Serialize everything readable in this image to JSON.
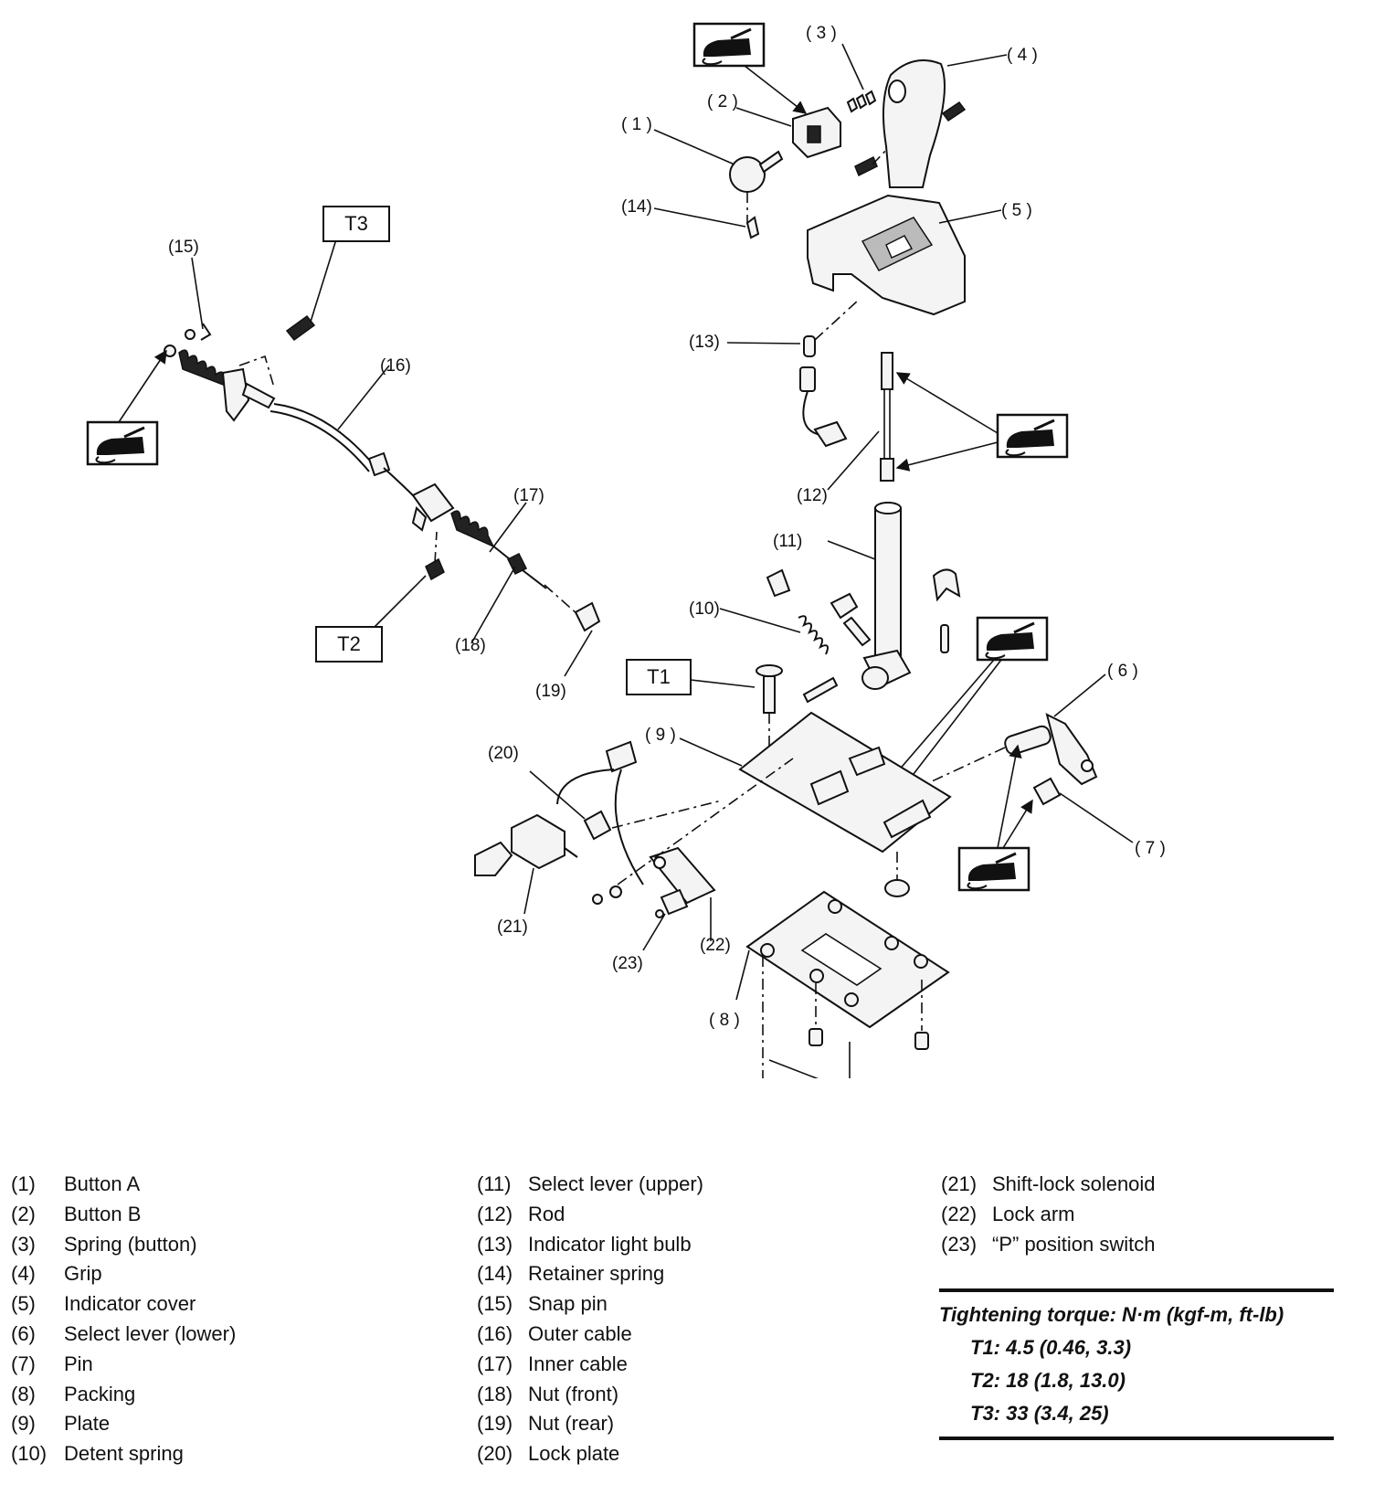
{
  "callouts": {
    "c1": "( 1 )",
    "c2": "( 2 )",
    "c3": "( 3 )",
    "c4": "( 4 )",
    "c5": "( 5 )",
    "c6": "( 6 )",
    "c7": "( 7 )",
    "c8": "( 8 )",
    "c9": "( 9 )",
    "c10": "(10)",
    "c11": "(11)",
    "c12": "(12)",
    "c13": "(13)",
    "c14": "(14)",
    "c15": "(15)",
    "c16": "(16)",
    "c17": "(17)",
    "c18": "(18)",
    "c19": "(19)",
    "c20": "(20)",
    "c21": "(21)",
    "c22": "(22)",
    "c23": "(23)"
  },
  "torque_boxes": {
    "t1": "T1",
    "t2": "T2",
    "t3": "T3"
  },
  "icons": {
    "grease": "grease-gun-icon"
  },
  "legend": {
    "col1": [
      {
        "num": "(1)",
        "label": "Button A"
      },
      {
        "num": "(2)",
        "label": "Button B"
      },
      {
        "num": "(3)",
        "label": "Spring (button)"
      },
      {
        "num": "(4)",
        "label": "Grip"
      },
      {
        "num": "(5)",
        "label": "Indicator cover"
      },
      {
        "num": "(6)",
        "label": "Select lever (lower)"
      },
      {
        "num": "(7)",
        "label": "Pin"
      },
      {
        "num": "(8)",
        "label": "Packing"
      },
      {
        "num": "(9)",
        "label": "Plate"
      },
      {
        "num": "(10)",
        "label": "Detent spring"
      }
    ],
    "col2": [
      {
        "num": "(11)",
        "label": "Select lever (upper)"
      },
      {
        "num": "(12)",
        "label": "Rod"
      },
      {
        "num": "(13)",
        "label": "Indicator light bulb"
      },
      {
        "num": "(14)",
        "label": "Retainer spring"
      },
      {
        "num": "(15)",
        "label": "Snap pin"
      },
      {
        "num": "(16)",
        "label": "Outer cable"
      },
      {
        "num": "(17)",
        "label": "Inner cable"
      },
      {
        "num": "(18)",
        "label": "Nut (front)"
      },
      {
        "num": "(19)",
        "label": "Nut (rear)"
      },
      {
        "num": "(20)",
        "label": "Lock plate"
      }
    ],
    "col3": [
      {
        "num": "(21)",
        "label": "Shift-lock solenoid"
      },
      {
        "num": "(22)",
        "label": "Lock arm"
      },
      {
        "num": "(23)",
        "label": "“P” position switch"
      }
    ]
  },
  "torque": {
    "title": "Tightening torque: N·m (kgf-m, ft-lb)",
    "rows": [
      "T1: 4.5 (0.46, 3.3)",
      "T2: 18 (1.8, 13.0)",
      "T3: 33 (3.4, 25)"
    ]
  }
}
